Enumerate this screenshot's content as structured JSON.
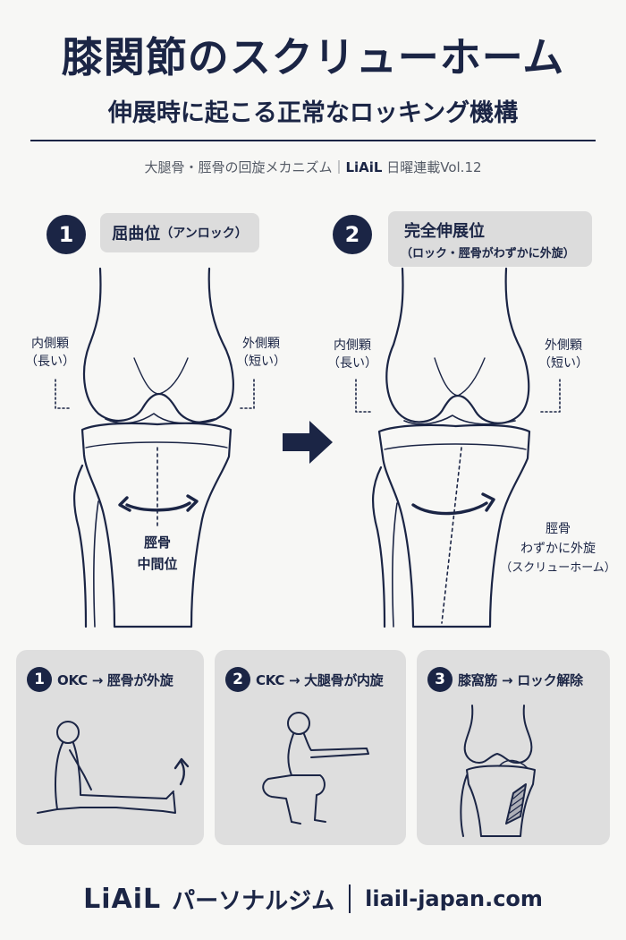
{
  "header": {
    "title": "膝関節のスクリューホーム",
    "subtitle": "伸展時に起こる正常なロッキング機構",
    "series_prefix": "大腿骨・脛骨の回旋メカニズム｜",
    "series_brand": "LiAiL",
    "series_suffix": " 日曜連載Vol.12"
  },
  "diagram": {
    "left": {
      "step": "1",
      "label_main": "屈曲位",
      "label_sub": "（アンロック）",
      "medial": "内側顆",
      "medial_sub": "（長い）",
      "lateral": "外側顆",
      "lateral_sub": "（短い）",
      "center_1": "脛骨",
      "center_2": "中間位"
    },
    "right": {
      "step": "2",
      "label_main": "完全伸展位",
      "label_sub": "（ロック・脛骨がわずかに外旋）",
      "medial": "内側顆",
      "medial_sub": "（長い）",
      "lateral": "外側顆",
      "lateral_sub": "（短い）",
      "note_1": "脛骨",
      "note_2": "わずかに外旋",
      "note_3": "（スクリューホーム）"
    },
    "arrow_icon": "right-arrow-icon"
  },
  "cards": [
    {
      "num": "1",
      "text": "OKC → 脛骨が外旋",
      "icon": "seated-knee-extension-figure"
    },
    {
      "num": "2",
      "text": "CKC → 大腿骨が内旋",
      "icon": "squat-figure"
    },
    {
      "num": "3",
      "text": "膝窩筋 → ロック解除",
      "icon": "knee-popliteus-figure"
    }
  ],
  "footer": {
    "brand": "LiAiL",
    "gym": "パーソナルジム",
    "url": "liail-japan.com"
  },
  "colors": {
    "navy": "#1b2545",
    "label_bg": "#dcdcdc",
    "card_bg": "#dedede",
    "background": "#f7f7f5"
  }
}
